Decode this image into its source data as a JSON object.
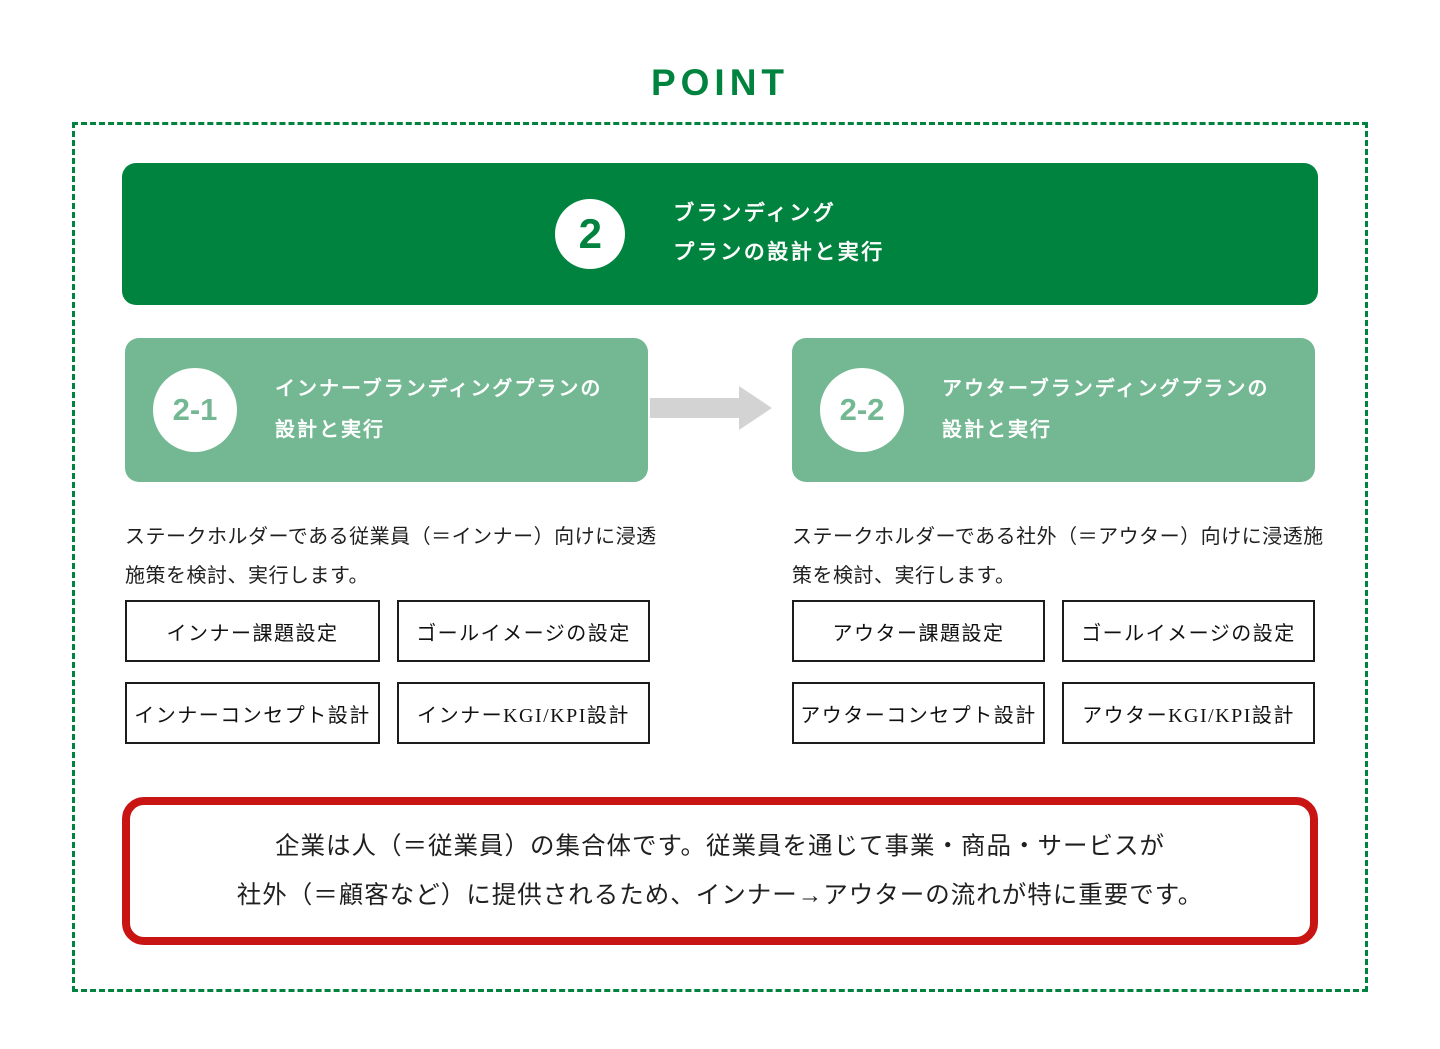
{
  "page": {
    "title": "POINT",
    "colors": {
      "accent_green": "#00833E",
      "light_green": "#73B893",
      "callout_red": "#C91414",
      "arrow_gray": "#D3D3D3",
      "text": "#1F1F1F"
    }
  },
  "header": {
    "badge": "2",
    "title_line1": "ブランディング",
    "title_line2": "プランの設計と実行"
  },
  "inner": {
    "badge": "2-1",
    "title_line1": "インナーブランディングプランの",
    "title_line2": "設計と実行",
    "description": "ステークホルダーである従業員（＝インナー）向けに浸透施策を検討、実行します。",
    "items": [
      "インナー課題設定",
      "ゴールイメージの設定",
      "インナーコンセプト設計",
      "インナーKGI/KPI設計"
    ]
  },
  "outer": {
    "badge": "2-2",
    "title_line1": "アウターブランディングプランの",
    "title_line2": "設計と実行",
    "description": "ステークホルダーである社外（＝アウター）向けに浸透施策を検討、実行します。",
    "items": [
      "アウター課題設定",
      "ゴールイメージの設定",
      "アウターコンセプト設計",
      "アウターKGI/KPI設計"
    ]
  },
  "callout": {
    "line1": "企業は人（＝従業員）の集合体です。従業員を通じて事業・商品・サービスが",
    "line2": "社外（＝顧客など）に提供されるため、インナー→アウターの流れが特に重要です。"
  }
}
